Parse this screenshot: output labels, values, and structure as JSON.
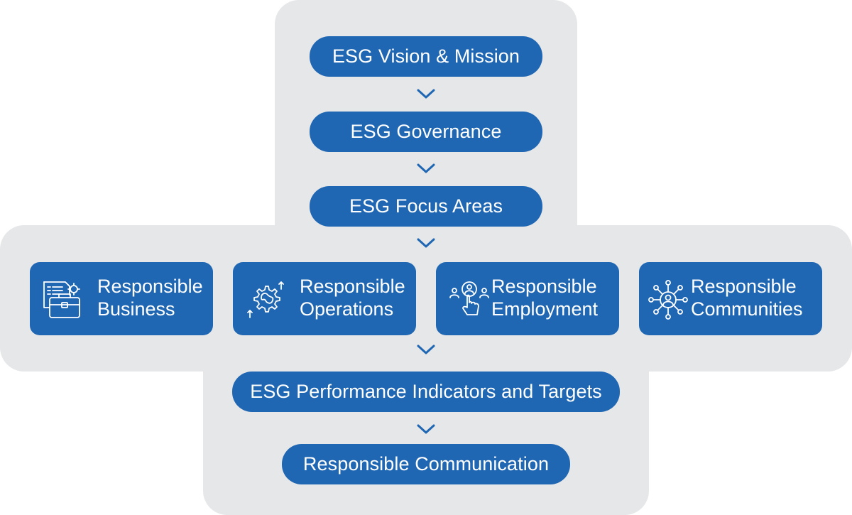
{
  "flow_top": [
    {
      "label": "ESG Vision & Mission"
    },
    {
      "label": "ESG Governance"
    },
    {
      "label": "ESG Focus Areas"
    }
  ],
  "focus_areas": [
    {
      "line1": "Responsible",
      "line2": "Business",
      "icon": "briefcase-document-icon"
    },
    {
      "line1": "Responsible",
      "line2": "Operations",
      "icon": "gear-cycle-icon"
    },
    {
      "line1": "Responsible",
      "line2": "Employment",
      "icon": "people-hand-click-icon"
    },
    {
      "line1": "Responsible",
      "line2": "Communities",
      "icon": "community-network-icon"
    }
  ],
  "flow_bottom": [
    {
      "label": "ESG Performance Indicators and Targets"
    },
    {
      "label": "Responsible Communication"
    }
  ],
  "colors": {
    "accent": "#1f66b3",
    "panel": "#e6e7e8",
    "text_on_accent": "#ffffff"
  }
}
